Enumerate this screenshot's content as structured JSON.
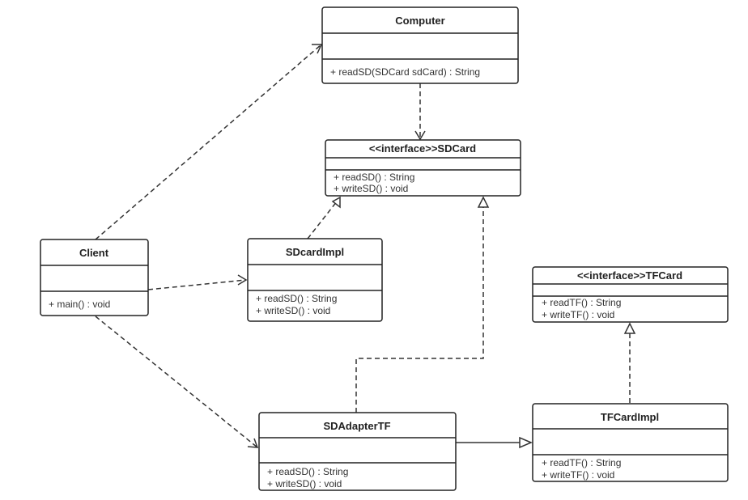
{
  "classes": {
    "computer": {
      "name": "Computer",
      "members": [
        "+ readSD(SDCard sdCard) : String"
      ]
    },
    "sdcard": {
      "name": "<<interface>>SDCard",
      "members": [
        "+ readSD() : String",
        "+ writeSD() : void"
      ]
    },
    "client": {
      "name": "Client",
      "members": [
        "+ main() : void"
      ]
    },
    "sdcardimpl": {
      "name": "SDcardImpl",
      "members": [
        "+ readSD() : String",
        "+ writeSD() : void"
      ]
    },
    "tfcard": {
      "name": "<<interface>>TFCard",
      "members": [
        "+ readTF() : String",
        "+ writeTF() : void"
      ]
    },
    "sdadaptertf": {
      "name": "SDAdapterTF",
      "members": [
        "+ readSD() : String",
        "+ writeSD() : void"
      ]
    },
    "tfcardimpl": {
      "name": "TFCardImpl",
      "members": [
        "+ readTF() : String",
        "+ writeTF() : void"
      ]
    }
  },
  "relations": [
    {
      "from": "client",
      "to": "computer",
      "kind": "dependency"
    },
    {
      "from": "client",
      "to": "sdcardimpl",
      "kind": "dependency"
    },
    {
      "from": "client",
      "to": "sdadaptertf",
      "kind": "dependency"
    },
    {
      "from": "computer",
      "to": "sdcard",
      "kind": "dependency"
    },
    {
      "from": "sdcardimpl",
      "to": "sdcard",
      "kind": "realization"
    },
    {
      "from": "sdadaptertf",
      "to": "sdcard",
      "kind": "realization"
    },
    {
      "from": "sdadaptertf",
      "to": "tfcardimpl",
      "kind": "inheritance"
    },
    {
      "from": "tfcardimpl",
      "to": "tfcard",
      "kind": "realization"
    }
  ]
}
